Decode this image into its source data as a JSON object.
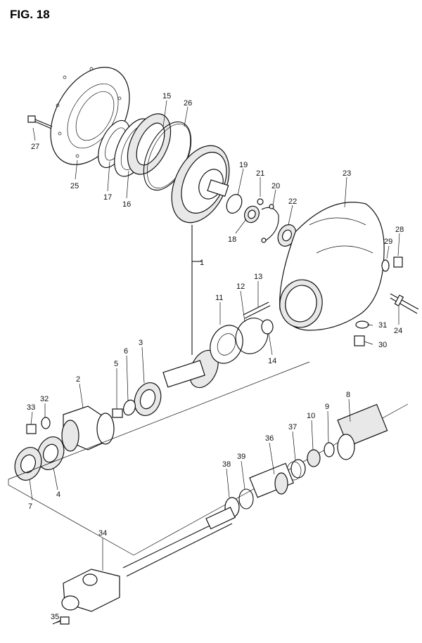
{
  "figure": {
    "title": "FIG. 18",
    "labels": {
      "p1": "1",
      "p2": "2",
      "p3": "3",
      "p4": "4",
      "p5": "5",
      "p6": "6",
      "p7": "7",
      "p8": "8",
      "p9": "9",
      "p10": "10",
      "p11": "11",
      "p12": "12",
      "p13": "13",
      "p14": "14",
      "p15": "15",
      "p16": "16",
      "p17": "17",
      "p18": "18",
      "p19": "19",
      "p20": "20",
      "p21": "21",
      "p22": "22",
      "p23": "23",
      "p24": "24",
      "p25": "25",
      "p26": "26",
      "p27": "27",
      "p28": "28",
      "p29": "29",
      "p30": "30",
      "p31": "31",
      "p32": "32",
      "p33": "33",
      "p34": "34",
      "p35": "35",
      "p36": "36",
      "p37": "37",
      "p38": "38",
      "p39": "39"
    }
  }
}
